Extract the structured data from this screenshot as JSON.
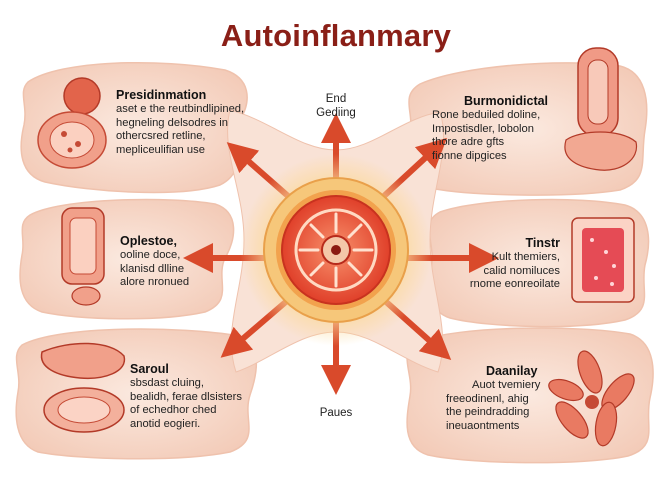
{
  "title": "Autoinflanmary",
  "top_label": {
    "line1": "End",
    "line2": "Gediing"
  },
  "bottom_label": "Paues",
  "panels": [
    {
      "id": "top-left",
      "heading": "Presidinmation",
      "lines": [
        "aset e the reutbindlipined,",
        "hegneling delsodres in",
        "othercsred retline,",
        "mepliceulifian use"
      ]
    },
    {
      "id": "top-right",
      "heading": "Burmonidictal",
      "lines": [
        "Rone beduiled doline,",
        "Impostisdler, lobolon",
        "thore adre gfts",
        "fionne dipgices"
      ]
    },
    {
      "id": "mid-left",
      "heading": "Oplestoe,",
      "lines": [
        "ooline doce,",
        "klanisd dlline",
        "alore nronued"
      ]
    },
    {
      "id": "mid-right",
      "heading": "Tinstr",
      "lines": [
        "Kult themiers,",
        "calid nomiluces",
        "rnome eonreoilate"
      ]
    },
    {
      "id": "bot-left",
      "heading": "Saroul",
      "lines": [
        "sbsdast cluing,",
        "bealidh, ferae dlsisters",
        "of echedhor ched",
        "anotid eogieri."
      ]
    },
    {
      "id": "bot-right",
      "heading": "Daanilay",
      "lines": [
        "Auot tvemiery",
        "freeodinenl, ahig",
        "the peindradding",
        "ineuaontments"
      ]
    }
  ],
  "colors": {
    "title": "#8a1f17",
    "arrow": "#d94a2b",
    "blob": "#f8ddd0",
    "blob_edge": "#efc2ad",
    "ring_outer": "#f6c77a",
    "ring_core": "#e9442a"
  }
}
